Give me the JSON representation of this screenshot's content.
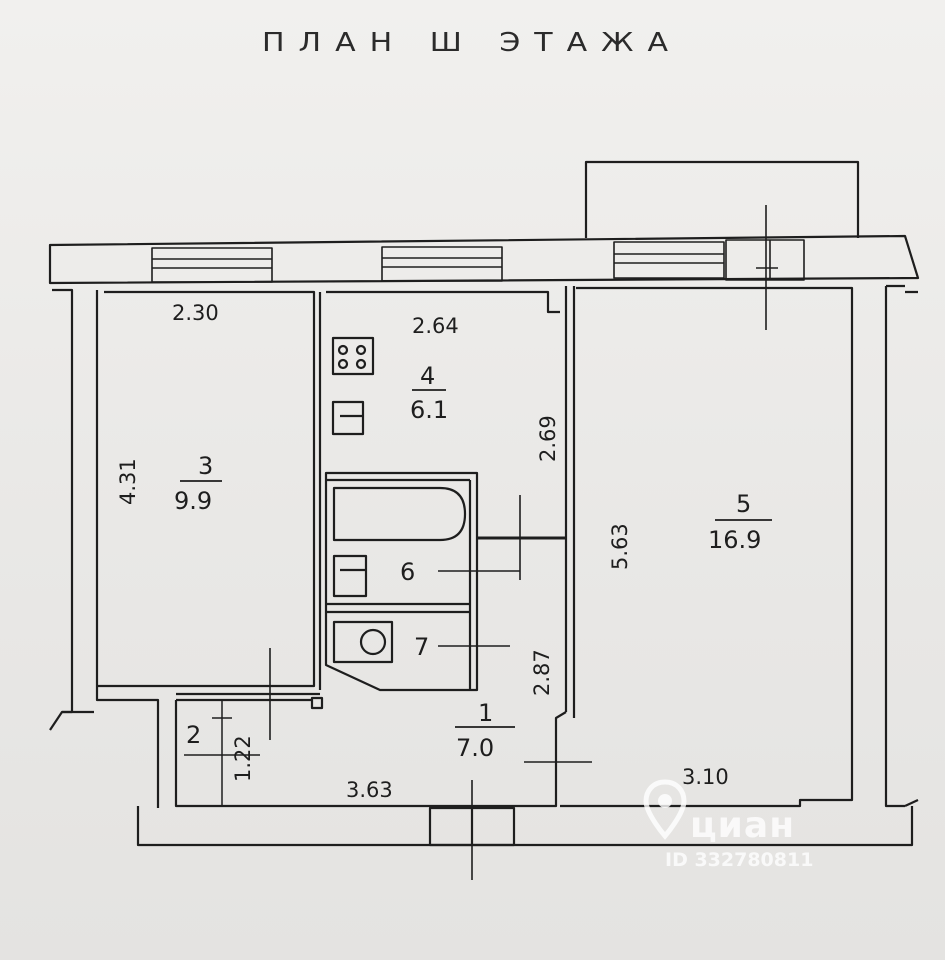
{
  "title": "ПЛАН Ш ЭТАЖА",
  "rooms": [
    {
      "number": "1",
      "area": "7.0"
    },
    {
      "number": "2",
      "area": ""
    },
    {
      "number": "3",
      "area": "9.9"
    },
    {
      "number": "4",
      "area": "6.1"
    },
    {
      "number": "5",
      "area": "16.9"
    },
    {
      "number": "6",
      "area": ""
    },
    {
      "number": "7",
      "area": ""
    }
  ],
  "dimensions": {
    "room3_width": "2.30",
    "room3_length": "4.31",
    "room4_width": "2.64",
    "room4_length": "2.69",
    "room5_length": "5.63",
    "room5_width": "3.10",
    "room1_length": "2.87",
    "room1_width": "3.63",
    "room2_width": "1.22"
  },
  "watermark": {
    "brand": "циан",
    "listing_id": "ID 332780811"
  },
  "colors": {
    "ink": "#1e1e1e",
    "paper": "#ecebe9",
    "watermark": "#ffffff"
  }
}
